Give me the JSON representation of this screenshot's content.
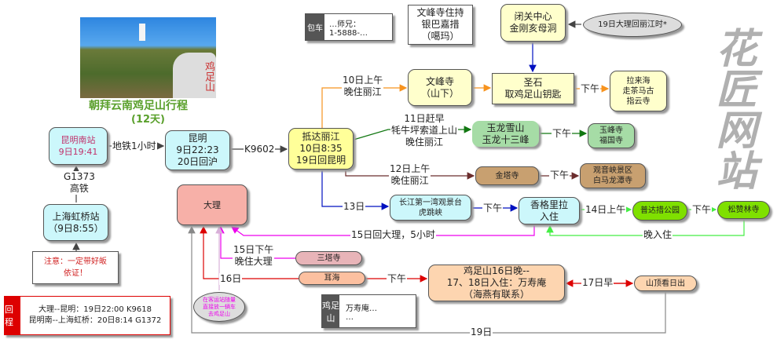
{
  "title": {
    "line1": "朝拜云南鸡足山行程",
    "line2": "(12天)",
    "color": "#5aa02c"
  },
  "photo": {
    "rock_text": "鸡足山"
  },
  "nodes": {
    "kunming_south": [
      "昆明南站",
      "9日19:41"
    ],
    "kunming": [
      "昆明",
      "9日22:23",
      "20日回沪"
    ],
    "lijiang": [
      "抵达丽江",
      "10日8:35",
      "19日回昆明"
    ],
    "hongqiao": [
      "上海虹桥站",
      "（9日8:55）"
    ],
    "notice": [
      "注意：一定带好皈",
      "依证！"
    ],
    "dali": [
      "大理"
    ],
    "abbot": [
      "文峰寺住持",
      "银巴嘉措",
      "（噶玛）"
    ],
    "retreat": [
      "闭关中心",
      "金刚亥母洞"
    ],
    "wenfeng": [
      "文峰寺",
      "（山下）"
    ],
    "holy_stone": [
      "圣石",
      "取鸡足山钥匙"
    ],
    "lashihai": [
      "拉来海",
      "走茶马古",
      "指云寺"
    ],
    "yulong": [
      "玉龙雪山",
      "玉龙十三峰"
    ],
    "yufeng": [
      "玉峰寺",
      "福国寺"
    ],
    "jinta": [
      "金塔寺"
    ],
    "guanyin": [
      "观音峡景区",
      "白马龙潭寺"
    ],
    "changjiang": [
      "长江第一湾观景台",
      "虎跳峡"
    ],
    "shangrila": [
      "香格里拉",
      "入住"
    ],
    "pudacuo": [
      "普达措公园"
    ],
    "songzanlin": [
      "松赞林寺"
    ],
    "santa": [
      "三塔寺"
    ],
    "erhai": [
      "耳海"
    ],
    "jizu": [
      "鸡足山16日晚--",
      "17、18日入住：万寿庵",
      "（海燕有联系）"
    ],
    "sunrise": [
      "山顶看日出"
    ]
  },
  "clouds": {
    "return_lijiang": "19日大理回丽江时*",
    "station_note": [
      "在客运站随量",
      "直接放一辆车",
      "去鸡足山"
    ]
  },
  "tags": {
    "charter": {
      "key": "包车",
      "lines": [
        "…师兄：",
        "1-5888-…"
      ]
    },
    "jizu_contact": {
      "key": "鸡足山",
      "lines": [
        "万寿庵…",
        "…"
      ]
    },
    "return": {
      "key": "回程",
      "lines": [
        "大理--昆明：19日22:00 K9618",
        "昆明南--上海虹桥：20日8:14 G1372"
      ]
    }
  },
  "edges": {
    "metro": "地铁1小时",
    "k9602": "K9602",
    "g1373": [
      "G1373",
      "高铁"
    ],
    "d10": [
      "10日上午",
      "晚住丽江"
    ],
    "d11": [
      "11日赶早",
      "牦牛坪索道上山",
      "晚住丽江"
    ],
    "d12": [
      "12日上午",
      "晚住丽江"
    ],
    "d13": "13日",
    "pm": "下午",
    "d15back": "15日回大理，5小时",
    "d14": "14日上午",
    "night": "晚入住",
    "d15pm": [
      "15日下午",
      "晚住大理"
    ],
    "d16": "16日",
    "d17": "17日早",
    "d19": "19日"
  },
  "watermark": "花匠网站"
}
